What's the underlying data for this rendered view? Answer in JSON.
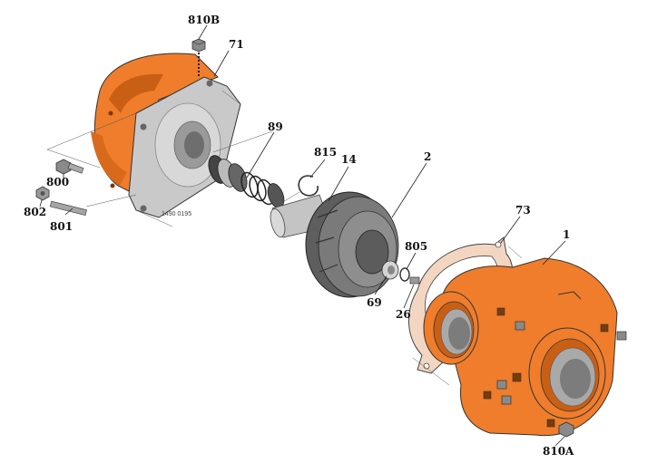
{
  "diagram": {
    "reference_code": "1490 0195",
    "callouts": {
      "p810B": "810B",
      "p71": "71",
      "p89": "89",
      "p815": "815",
      "p14": "14",
      "p2": "2",
      "p800": "800",
      "p802": "802",
      "p801": "801",
      "p805": "805",
      "p69": "69",
      "p26": "26",
      "p73": "73",
      "p1": "1",
      "p810A": "810A"
    },
    "colors": {
      "casting_orange": "#ef7d2c",
      "casting_dark": "#c85f14",
      "plate_grey": "#c9c9c9",
      "impeller_grey": "#6d6d6d",
      "bolt_grey": "#8a8a8a"
    }
  }
}
